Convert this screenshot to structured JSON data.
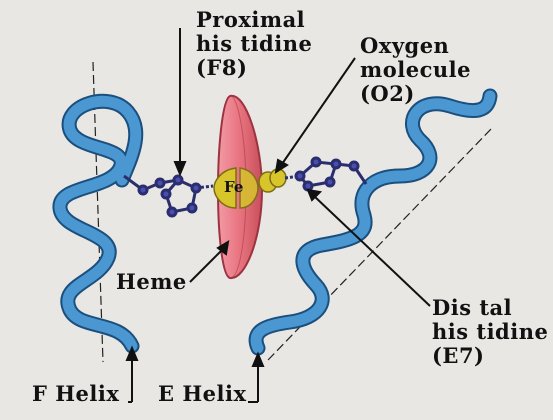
{
  "labels": {
    "proximal": {
      "line1": "Proximal",
      "line2": "his tidine",
      "line3": "(F8)"
    },
    "oxygen": {
      "line1": "Oxygen",
      "line2": "molecule",
      "line3": "(O2)"
    },
    "distal": {
      "line1": "Dis tal",
      "line2": "his tidine",
      "line3": "(E7)"
    },
    "heme": "Heme",
    "f_helix": "F Helix",
    "e_helix": "E Helix",
    "fe": "Fe"
  },
  "colors": {
    "background": "#e9e7e4",
    "helix": "#4a97d1",
    "helix_outline": "#1b4f7d",
    "heme": "#e8737f",
    "heme_outline": "#9c3340",
    "iron": "#d8c52b",
    "histidine_atom": "#4a4fae",
    "text": "#111111"
  }
}
